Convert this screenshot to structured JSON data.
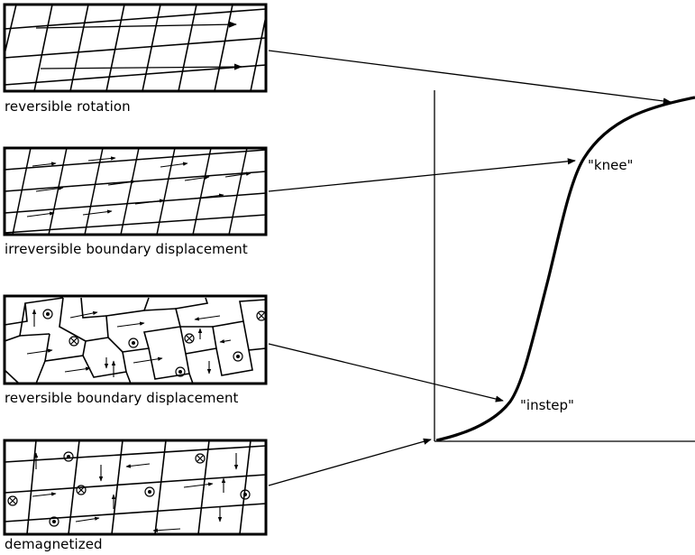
{
  "panels": [
    {
      "id": "rotation",
      "caption": "reversible rotation"
    },
    {
      "id": "irreversible",
      "caption": "irreversible boundary displacement"
    },
    {
      "id": "reversible",
      "caption": "reversible boundary displacement"
    },
    {
      "id": "demag",
      "caption": "demagnetized"
    }
  ],
  "curve_labels": {
    "knee": "\"knee\"",
    "instep": "\"instep\""
  },
  "colors": {
    "ink": "#000000",
    "paper": "#ffffff"
  }
}
